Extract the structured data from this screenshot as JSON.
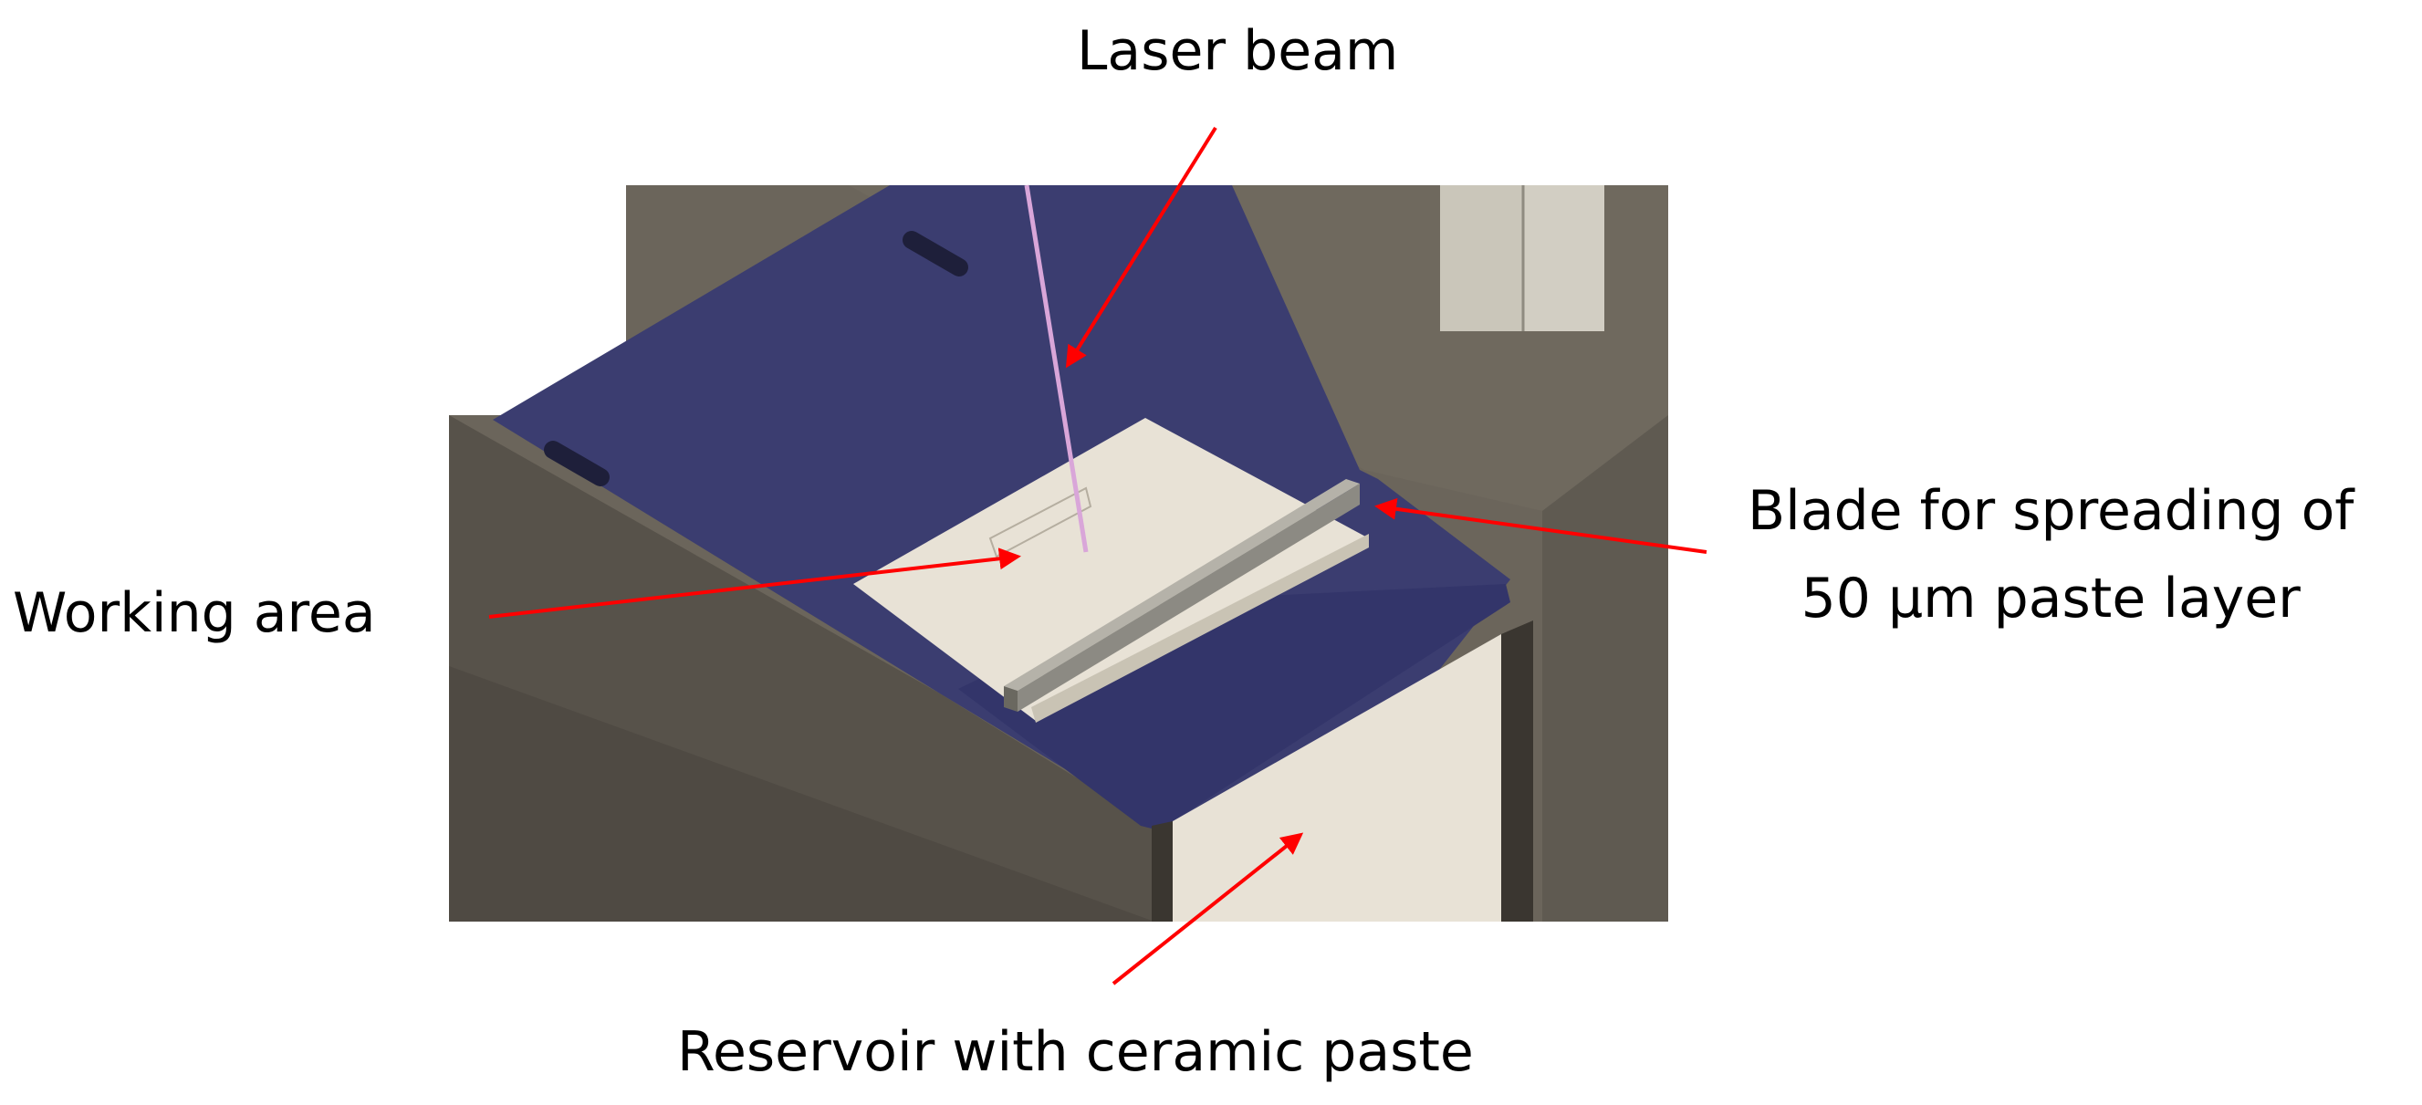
{
  "labels": {
    "laser_beam": "Laser beam",
    "working_area": "Working area",
    "blade_line1": "Blade for spreading of",
    "blade_line2": "50 µm paste layer",
    "reservoir": "Reservoir with ceramic paste"
  },
  "colors": {
    "plate_blue": "#3b3d70",
    "machine_gray": "#6b655b",
    "machine_gray_dark": "#57524a",
    "paste_beige": "#e8e2d6",
    "blade_gray": "#8c8a83",
    "pillar": "#cac6ba",
    "laser": "#d9a6d9",
    "arrow": "#ff0000"
  }
}
